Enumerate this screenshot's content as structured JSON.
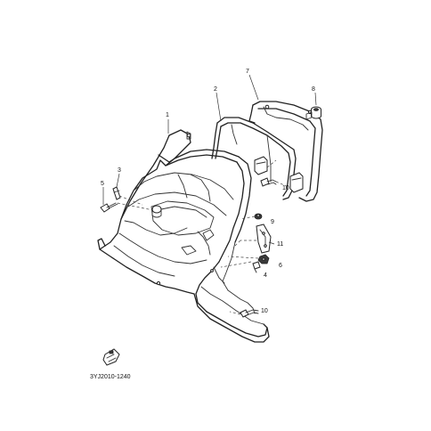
{
  "callouts": [
    {
      "id": "c1",
      "label": "1"
    },
    {
      "id": "c2",
      "label": "2"
    },
    {
      "id": "c3",
      "label": "3"
    },
    {
      "id": "c4",
      "label": "4"
    },
    {
      "id": "c5",
      "label": "5"
    },
    {
      "id": "c6",
      "label": "6"
    },
    {
      "id": "c7",
      "label": "7"
    },
    {
      "id": "c8",
      "label": "8"
    },
    {
      "id": "c9",
      "label": "9"
    },
    {
      "id": "c10a",
      "label": "10"
    },
    {
      "id": "c10b",
      "label": "10"
    },
    {
      "id": "c11",
      "label": "11"
    }
  ],
  "reference_code": "3YJ2010-1240"
}
